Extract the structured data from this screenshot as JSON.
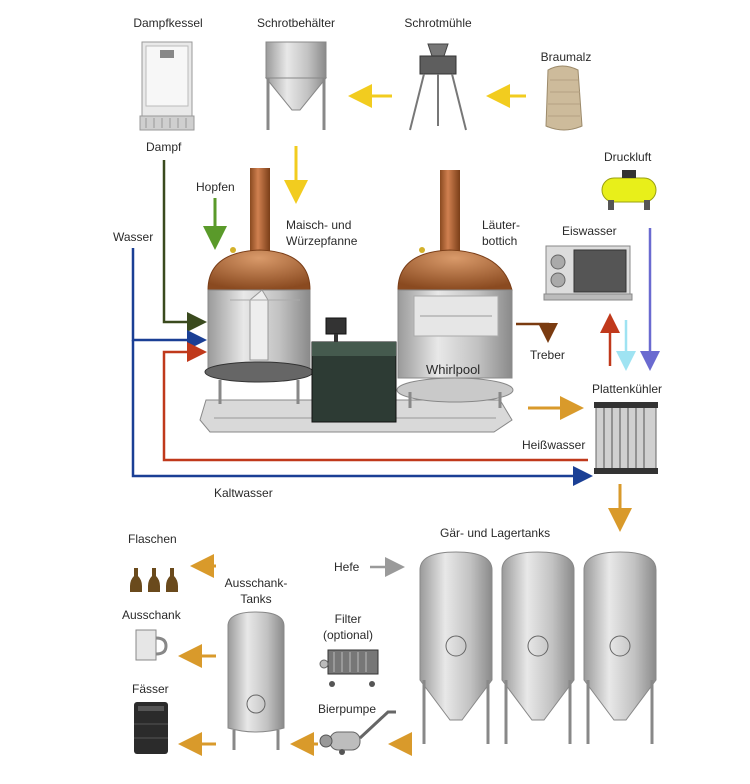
{
  "labels": {
    "dampfkessel": "Dampfkessel",
    "schrotbehaelter": "Schrotbehälter",
    "schrotmuehle": "Schrotmühle",
    "braumalz": "Braumalz",
    "dampf": "Dampf",
    "druckluft": "Druckluft",
    "hopfen": "Hopfen",
    "maisch_1": "Maisch- und",
    "maisch_2": "Würzepfanne",
    "laeuter_1": "Läuter-",
    "laeuter_2": "bottich",
    "wasser": "Wasser",
    "eiswasser": "Eiswasser",
    "treber": "Treber",
    "whirlpool": "Whirlpool",
    "plattenkuehler": "Plattenkühler",
    "heisswasser": "Heißwasser",
    "kaltwasser": "Kaltwasser",
    "gaer": "Gär- und Lagertanks",
    "hefe": "Hefe",
    "flaschen": "Flaschen",
    "ausschank_tanks_1": "Ausschank-",
    "ausschank_tanks_2": "Tanks",
    "filter_1": "Filter",
    "filter_2": "(optional)",
    "ausschank": "Ausschank",
    "faesser": "Fässer",
    "bierpumpe": "Bierpumpe"
  },
  "colors": {
    "grain_arrow": "#f2cc1f",
    "steam_line": "#3a4a1e",
    "hops_arrow": "#5a9a2a",
    "water_blue": "#1a3f95",
    "hot_red": "#c0391b",
    "wort_amber": "#d99a2b",
    "treber_brown": "#7a3b10",
    "air_violet": "#6a6ad0",
    "ice_cyan": "#9fe3f2",
    "yeast_gray": "#9a9a9a",
    "copper": "#b5642f",
    "steel": "#c8c8c8"
  },
  "icons": [
    "steam-boiler-icon",
    "grist-hopper-icon",
    "malt-mill-icon",
    "malt-sack-icon",
    "compressor-icon",
    "ice-water-unit-icon",
    "mash-kettle-icon",
    "lauter-tun-icon",
    "control-panel-icon",
    "plate-cooler-icon",
    "fermentation-tank-icon",
    "serving-tank-icon",
    "filter-icon",
    "beer-pump-icon",
    "bottles-icon",
    "beer-mug-icon",
    "keg-icon"
  ]
}
